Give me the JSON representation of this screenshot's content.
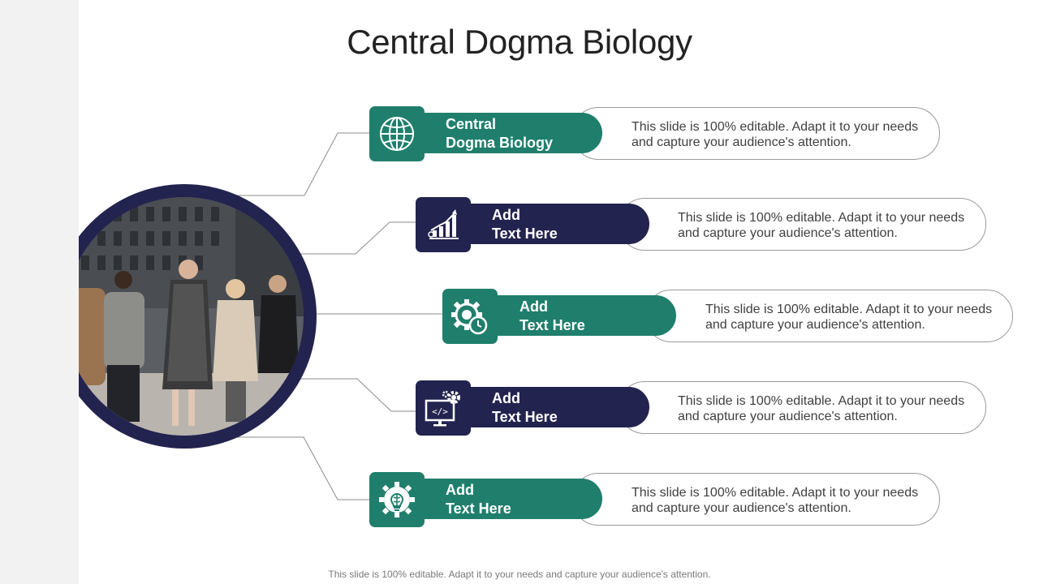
{
  "title": "Central Dogma Biology",
  "footer": "This slide is 100% editable. Adapt it to your needs and capture your audience's attention.",
  "items": [
    {
      "label_line1": "Central",
      "label_line2": "Dogma Biology",
      "desc_line1": "This slide is 100% editable. Adapt it to your needs",
      "desc_line2": "and capture your audience's attention.",
      "icon": "globe-icon",
      "color": "#1f7f6c"
    },
    {
      "label_line1": "Add",
      "label_line2": "Text Here",
      "desc_line1": "This slide is 100% editable. Adapt it to your needs",
      "desc_line2": "and capture your audience's attention.",
      "icon": "growth-chart-icon",
      "color": "#23234f"
    },
    {
      "label_line1": "Add",
      "label_line2": "Text Here",
      "desc_line1": "This slide is 100% editable. Adapt it to your needs",
      "desc_line2": "and capture your audience's attention.",
      "icon": "gear-clock-icon",
      "color": "#1f7f6c"
    },
    {
      "label_line1": "Add",
      "label_line2": "Text Here",
      "desc_line1": "This slide is 100% editable. Adapt it to your needs",
      "desc_line2": "and capture your audience's attention.",
      "icon": "code-monitor-icon",
      "color": "#23234f"
    },
    {
      "label_line1": "Add",
      "label_line2": "Text Here",
      "desc_line1": "This slide is 100% editable. Adapt it to your needs",
      "desc_line2": "and capture your audience's attention.",
      "icon": "brain-bulb-icon",
      "color": "#1f7f6c"
    }
  ],
  "colors": {
    "teal": "#1f7f6c",
    "navy": "#23234f",
    "connector": "#8c8c8c"
  },
  "image": "business-people-walking-photo"
}
